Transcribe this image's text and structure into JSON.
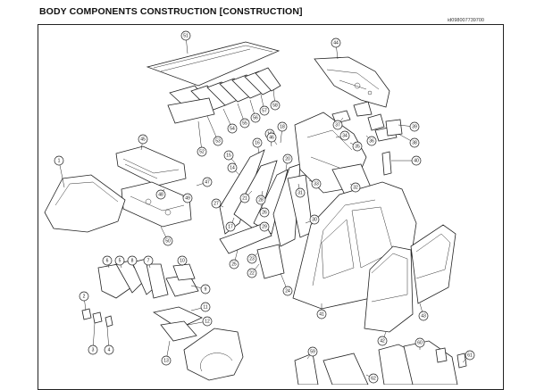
{
  "header": {
    "title": "BODY COMPONENTS CONSTRUCTION [CONSTRUCTION]",
    "doc_id": "id098007739700"
  },
  "callouts": [
    {
      "n": "1"
    },
    {
      "n": "2"
    },
    {
      "n": "3"
    },
    {
      "n": "4"
    },
    {
      "n": "5"
    },
    {
      "n": "6"
    },
    {
      "n": "7"
    },
    {
      "n": "8"
    },
    {
      "n": "9"
    },
    {
      "n": "10"
    },
    {
      "n": "11"
    },
    {
      "n": "12"
    },
    {
      "n": "13"
    },
    {
      "n": "14"
    },
    {
      "n": "15"
    },
    {
      "n": "16"
    },
    {
      "n": "17"
    },
    {
      "n": "18"
    },
    {
      "n": "19"
    },
    {
      "n": "20"
    },
    {
      "n": "21"
    },
    {
      "n": "22"
    },
    {
      "n": "23"
    },
    {
      "n": "24"
    },
    {
      "n": "25"
    },
    {
      "n": "26"
    },
    {
      "n": "27"
    },
    {
      "n": "28"
    },
    {
      "n": "29"
    },
    {
      "n": "30"
    },
    {
      "n": "31"
    },
    {
      "n": "32"
    },
    {
      "n": "33"
    },
    {
      "n": "34"
    },
    {
      "n": "35"
    },
    {
      "n": "36"
    },
    {
      "n": "37"
    },
    {
      "n": "38"
    },
    {
      "n": "39"
    },
    {
      "n": "40"
    },
    {
      "n": "41"
    },
    {
      "n": "42"
    },
    {
      "n": "43"
    },
    {
      "n": "44"
    },
    {
      "n": "45"
    },
    {
      "n": "46"
    },
    {
      "n": "47"
    },
    {
      "n": "48"
    },
    {
      "n": "49"
    },
    {
      "n": "50"
    },
    {
      "n": "51"
    },
    {
      "n": "52"
    },
    {
      "n": "53"
    },
    {
      "n": "54"
    },
    {
      "n": "55"
    },
    {
      "n": "56"
    },
    {
      "n": "57"
    },
    {
      "n": "58"
    },
    {
      "n": "59"
    },
    {
      "n": "60"
    },
    {
      "n": "61"
    },
    {
      "n": "62"
    }
  ]
}
